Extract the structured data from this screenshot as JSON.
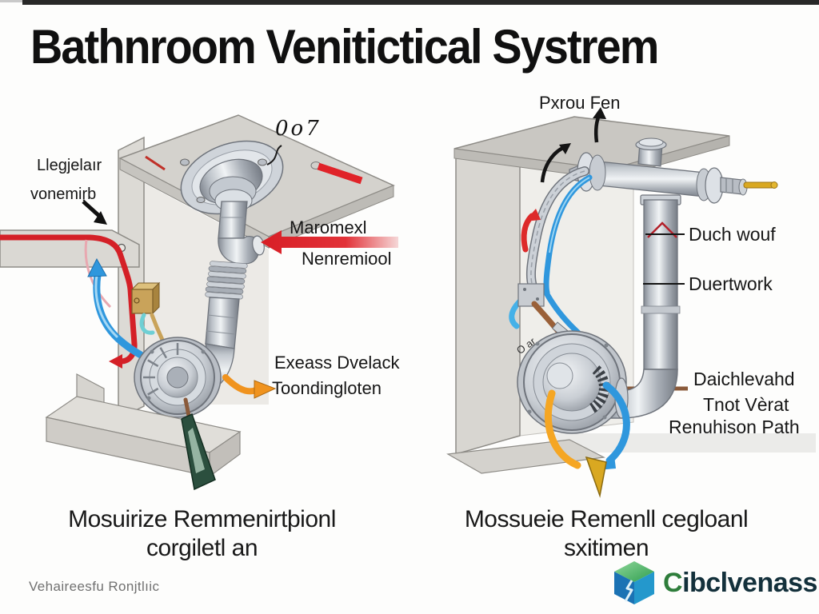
{
  "title": "Bathnroom Venitictical Systrem",
  "left_diagram": {
    "caption": {
      "line1": "Mosuirize Remmenirtþionl",
      "line2": "corgiletl an"
    },
    "labels": {
      "intake_line1": "Llegjelaır",
      "intake_line2": "vonemiŗb",
      "ceiling_note": "0o7",
      "duct_line1": "Maromexl",
      "duct_line2": "Nenremiool",
      "exhaust_line1": "Exeass Dvelack",
      "exhaust_line2": "Toondingloten"
    }
  },
  "right_diagram": {
    "caption": {
      "line1": "Mossueie Remenll cegloanl",
      "line2": "sxitimen"
    },
    "labels": {
      "fan_top": "Pxrou Fen",
      "duct_upper": "Duch wouf",
      "duct_lower": "Duertwork",
      "vent_line1": "Daichlevahd",
      "vent_line2": "Tnot Vèrat",
      "vent_line3": "Renuhison Path",
      "air_rotated": "O ar"
    }
  },
  "footer": {
    "note": "Vehaireesfu Ronjtlıic",
    "brand": {
      "first_letter": "C",
      "rest": "ibclvenass"
    }
  },
  "colors": {
    "accent_red": "#dd2027",
    "accent_blue": "#2f97dd",
    "accent_orange": "#f09a1e",
    "green_arrow": "#2b4f3e",
    "brand_green": "#2e7d3b",
    "brand_dark": "#13303b"
  }
}
